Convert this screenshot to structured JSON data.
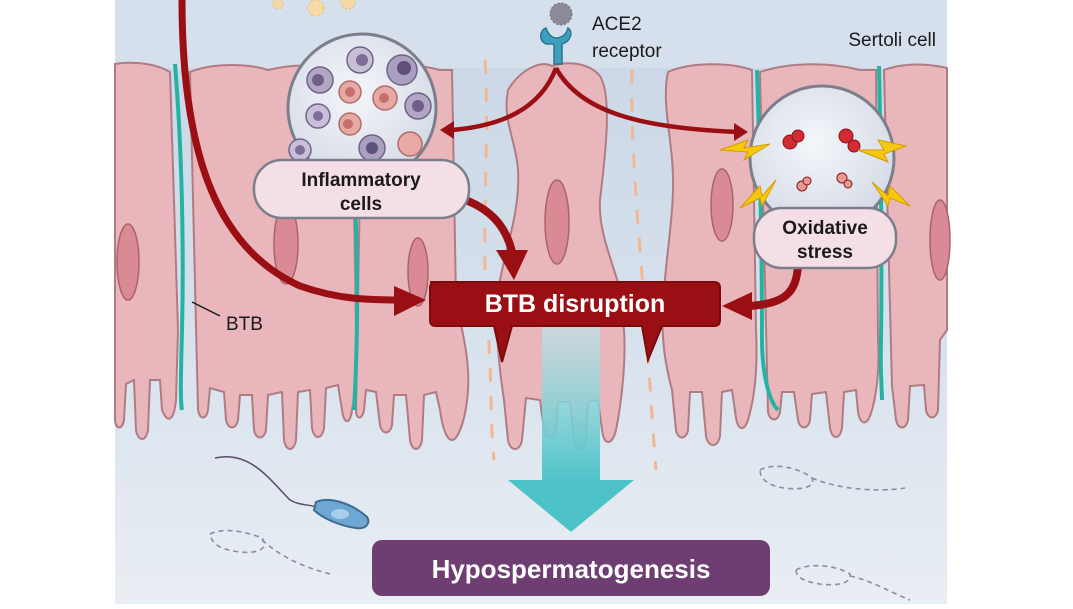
{
  "labels": {
    "ace2": "ACE2",
    "receptor": "receptor",
    "sertoli": "Sertoli cell",
    "btb": "BTB",
    "inflammatory_line1": "Inflammatory",
    "inflammatory_line2": "cells",
    "oxidative_line1": "Oxidative",
    "oxidative_line2": "stress",
    "btb_disruption": "BTB disruption",
    "outcome": "Hypospermatogenesis"
  },
  "icons": [
    "virus-icon",
    "ace2-receptor-icon",
    "sperm-icon",
    "lightning-icon"
  ],
  "colors": {
    "background": "#dce6f0",
    "cell_fill": "#e9b6bb",
    "cell_stroke": "#b07c84",
    "btb_line": "#24b3a3",
    "arrow": "#9a0f14",
    "disruption_box": "#9a0f14",
    "outcome_box": "#6e3d72",
    "down_arrow": "#5ec8cf"
  }
}
